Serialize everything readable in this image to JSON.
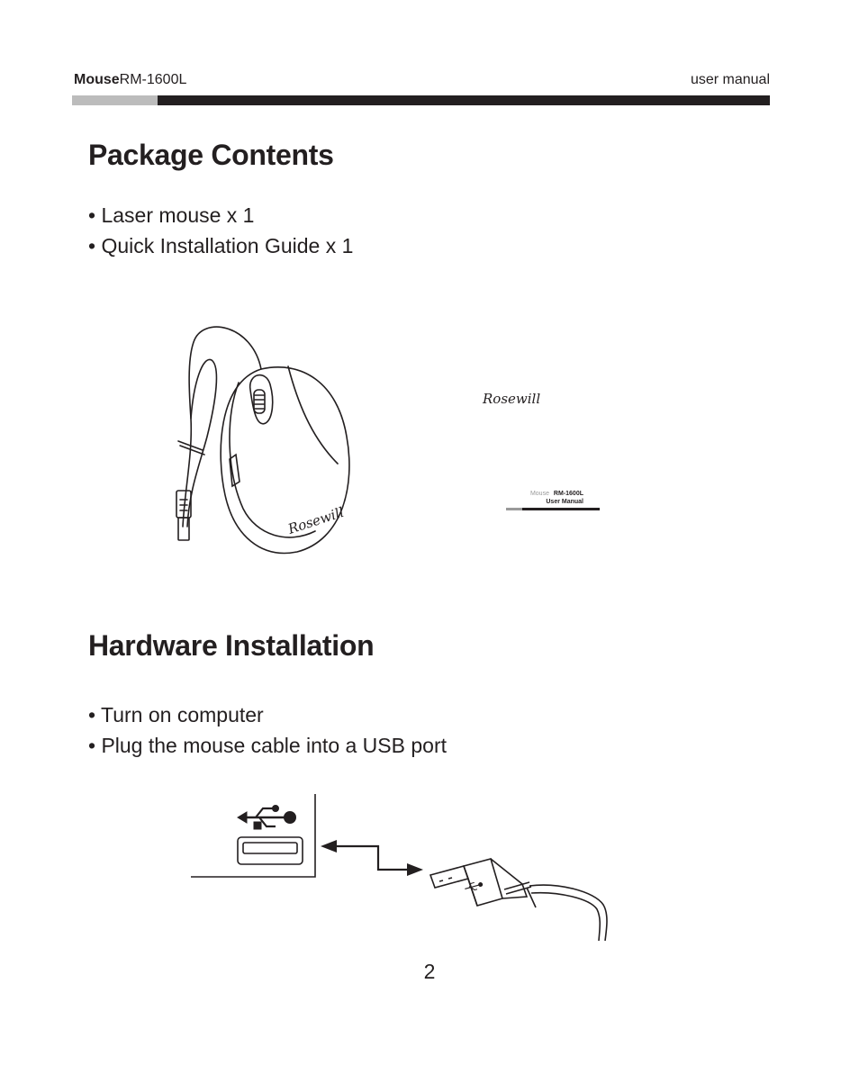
{
  "header": {
    "model_bold": "Mouse",
    "model_rest": "RM-1600L",
    "manual_label": "user manual"
  },
  "package": {
    "title": "Package Contents",
    "items": [
      "• Laser mouse x 1",
      "• Quick Installation Guide x 1"
    ]
  },
  "illustration_mouse": {
    "brand_logo_text": "Rosewill",
    "booklet_brand": "Rosewill",
    "booklet_model_prefix": "Mouse",
    "booklet_model": "RM-1600L",
    "booklet_subtitle": "User Manual"
  },
  "hardware": {
    "title": "Hardware Installation",
    "items": [
      "• Turn on computer",
      "• Plug the mouse cable into a USB port"
    ]
  },
  "page_number": "2"
}
